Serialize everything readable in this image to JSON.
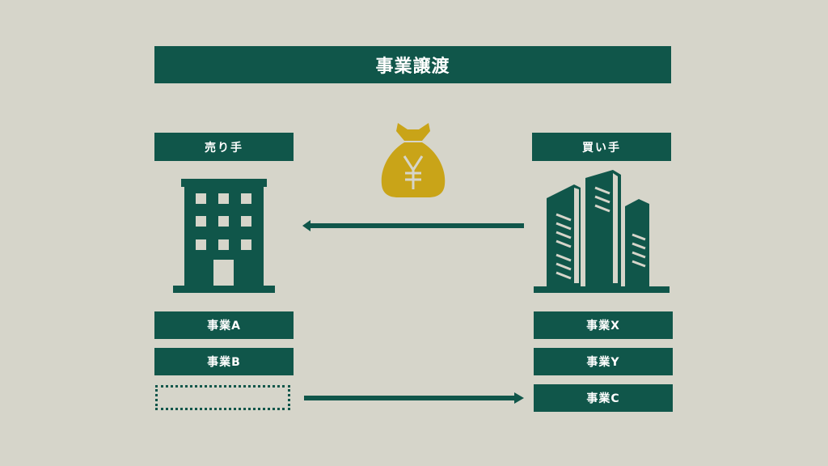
{
  "title": "事業譲渡",
  "seller": {
    "label": "売り手",
    "businesses": [
      "事業A",
      "事業B",
      ""
    ]
  },
  "buyer": {
    "label": "買い手",
    "businesses": [
      "事業X",
      "事業Y",
      "事業C"
    ]
  },
  "icons": {
    "seller": "office-building-icon",
    "buyer": "skyscrapers-icon",
    "payment": "yen-money-bag-icon"
  },
  "colors": {
    "background": "#d6d5ca",
    "primary": "#10564a",
    "accent": "#c9a418",
    "text": "#ffffff"
  },
  "flows": [
    {
      "from": "buyer",
      "to": "seller",
      "meaning": "payment"
    },
    {
      "from": "seller",
      "to": "buyer",
      "meaning": "business transfer (事業C)"
    }
  ]
}
